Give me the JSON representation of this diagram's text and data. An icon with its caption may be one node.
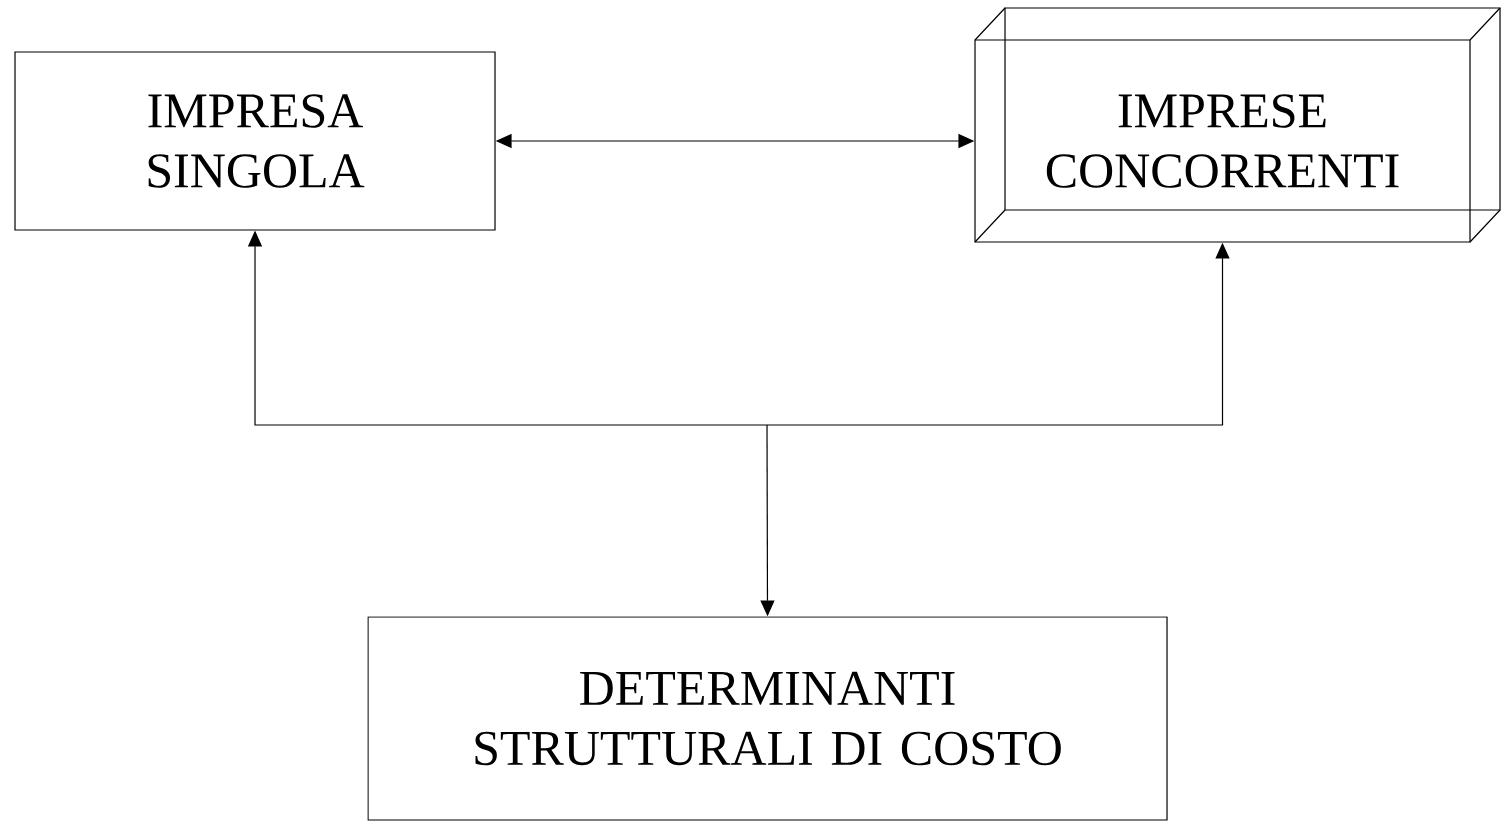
{
  "diagram": {
    "nodes": [
      {
        "text": [
          "IMPRESA SINGOLA"
        ]
      },
      {
        "text": [
          "IMPRESE CONCORRENTI"
        ]
      },
      {
        "text": [
          "DETERMINANTI STRUTTURALI DI COSTO"
        ]
      }
    ],
    "edges": [
      {
        "from": 0,
        "to": 1,
        "arrow": "both"
      },
      {
        "from": 2,
        "to": 0,
        "arrow": "both"
      },
      {
        "from": 2,
        "to": 1,
        "arrow": "both"
      }
    ]
  }
}
